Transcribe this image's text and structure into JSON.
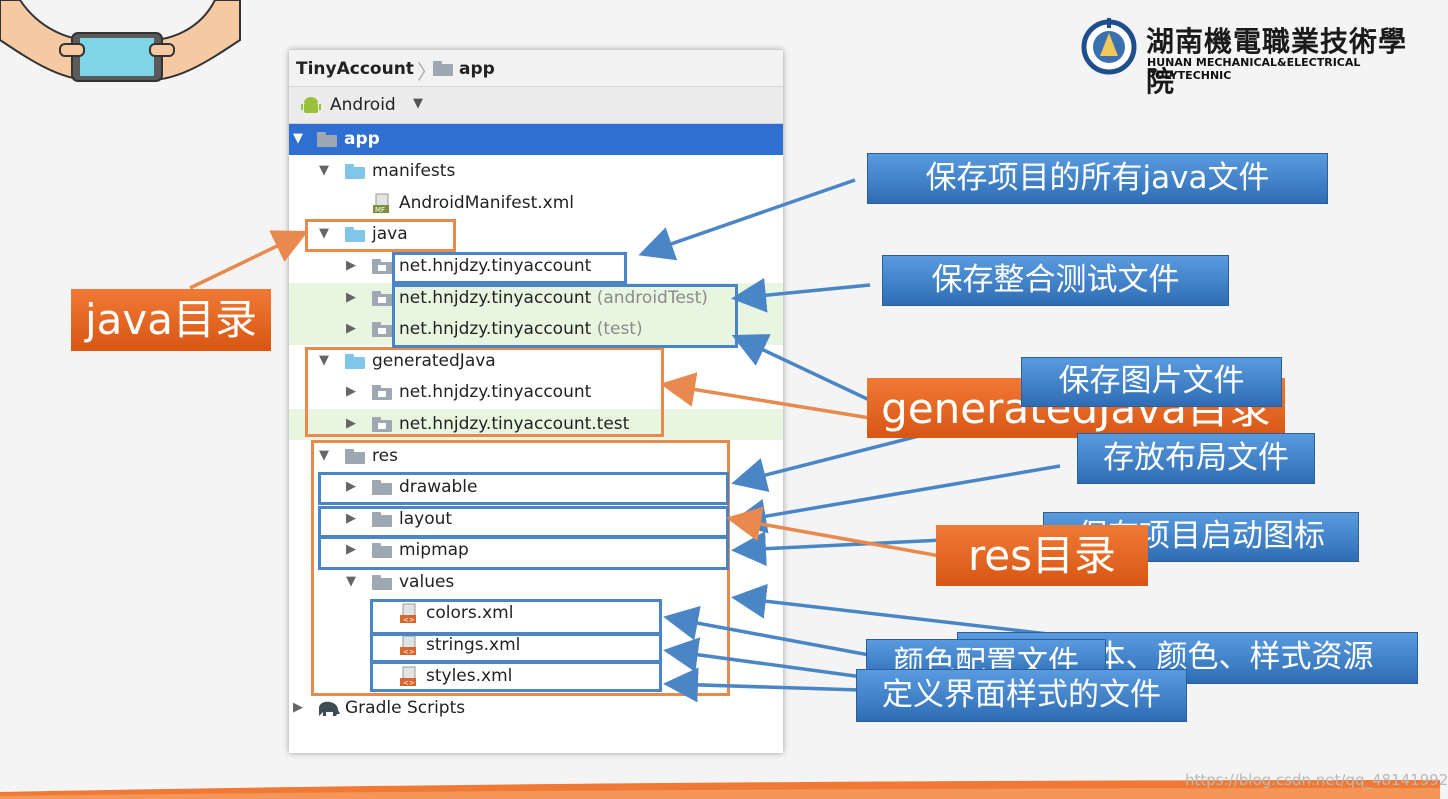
{
  "breadcrumb": {
    "project": "TinyAccount",
    "module": "app"
  },
  "view_selector": {
    "value": "Android"
  },
  "tree": {
    "app": "app",
    "manifests": "manifests",
    "android_manifest": "AndroidManifest.xml",
    "java": "java",
    "pkg_main": "net.hnjdzy.tinyaccount",
    "pkg_android_test": "net.hnjdzy.tinyaccount",
    "pkg_android_test_suffix": "(androidTest)",
    "pkg_test": "net.hnjdzy.tinyaccount",
    "pkg_test_suffix": "(test)",
    "generated_java": "generatedJava",
    "gen_pkg": "net.hnjdzy.tinyaccount",
    "gen_pkg_test": "net.hnjdzy.tinyaccount.test",
    "res": "res",
    "drawable": "drawable",
    "layout": "layout",
    "mipmap": "mipmap",
    "values": "values",
    "colors": "colors.xml",
    "strings": "strings.xml",
    "styles": "styles.xml",
    "gradle": "Gradle Scripts"
  },
  "annotations": {
    "java_dir": "java目录",
    "generated_java_dir": "generatedJava目录",
    "res_dir": "res目录",
    "save_java": "保存项目的所有java文件",
    "save_integration_test": "保存整合测试文件",
    "save_images": "保存图片文件",
    "save_layout": "存放布局文件",
    "launcher_icon": "保存项目启动图标",
    "values_resources": "保存文本、颜色、样式资源",
    "color_config": "颜色配置文件",
    "style_file": "定义界面样式的文件"
  },
  "logo": {
    "cn": "湖南機電職業技術學院",
    "en": "HUNAN MECHANICAL&ELECTRICAL POLYTECHNIC"
  },
  "watermark": "https://blog.csdn.net/qq_48141992",
  "colors": {
    "orange": "#e8894d",
    "blue": "#4a86c5",
    "selection": "#2f6fd2",
    "test_row": "#e8f6e1"
  }
}
